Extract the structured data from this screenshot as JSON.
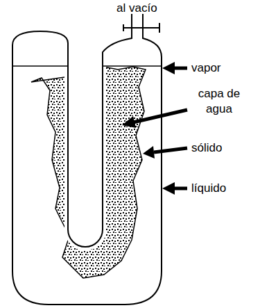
{
  "diagram": {
    "labels": [
      "al vacío",
      "vapor",
      "capa de agua",
      "sólido",
      "líquido"
    ]
  }
}
